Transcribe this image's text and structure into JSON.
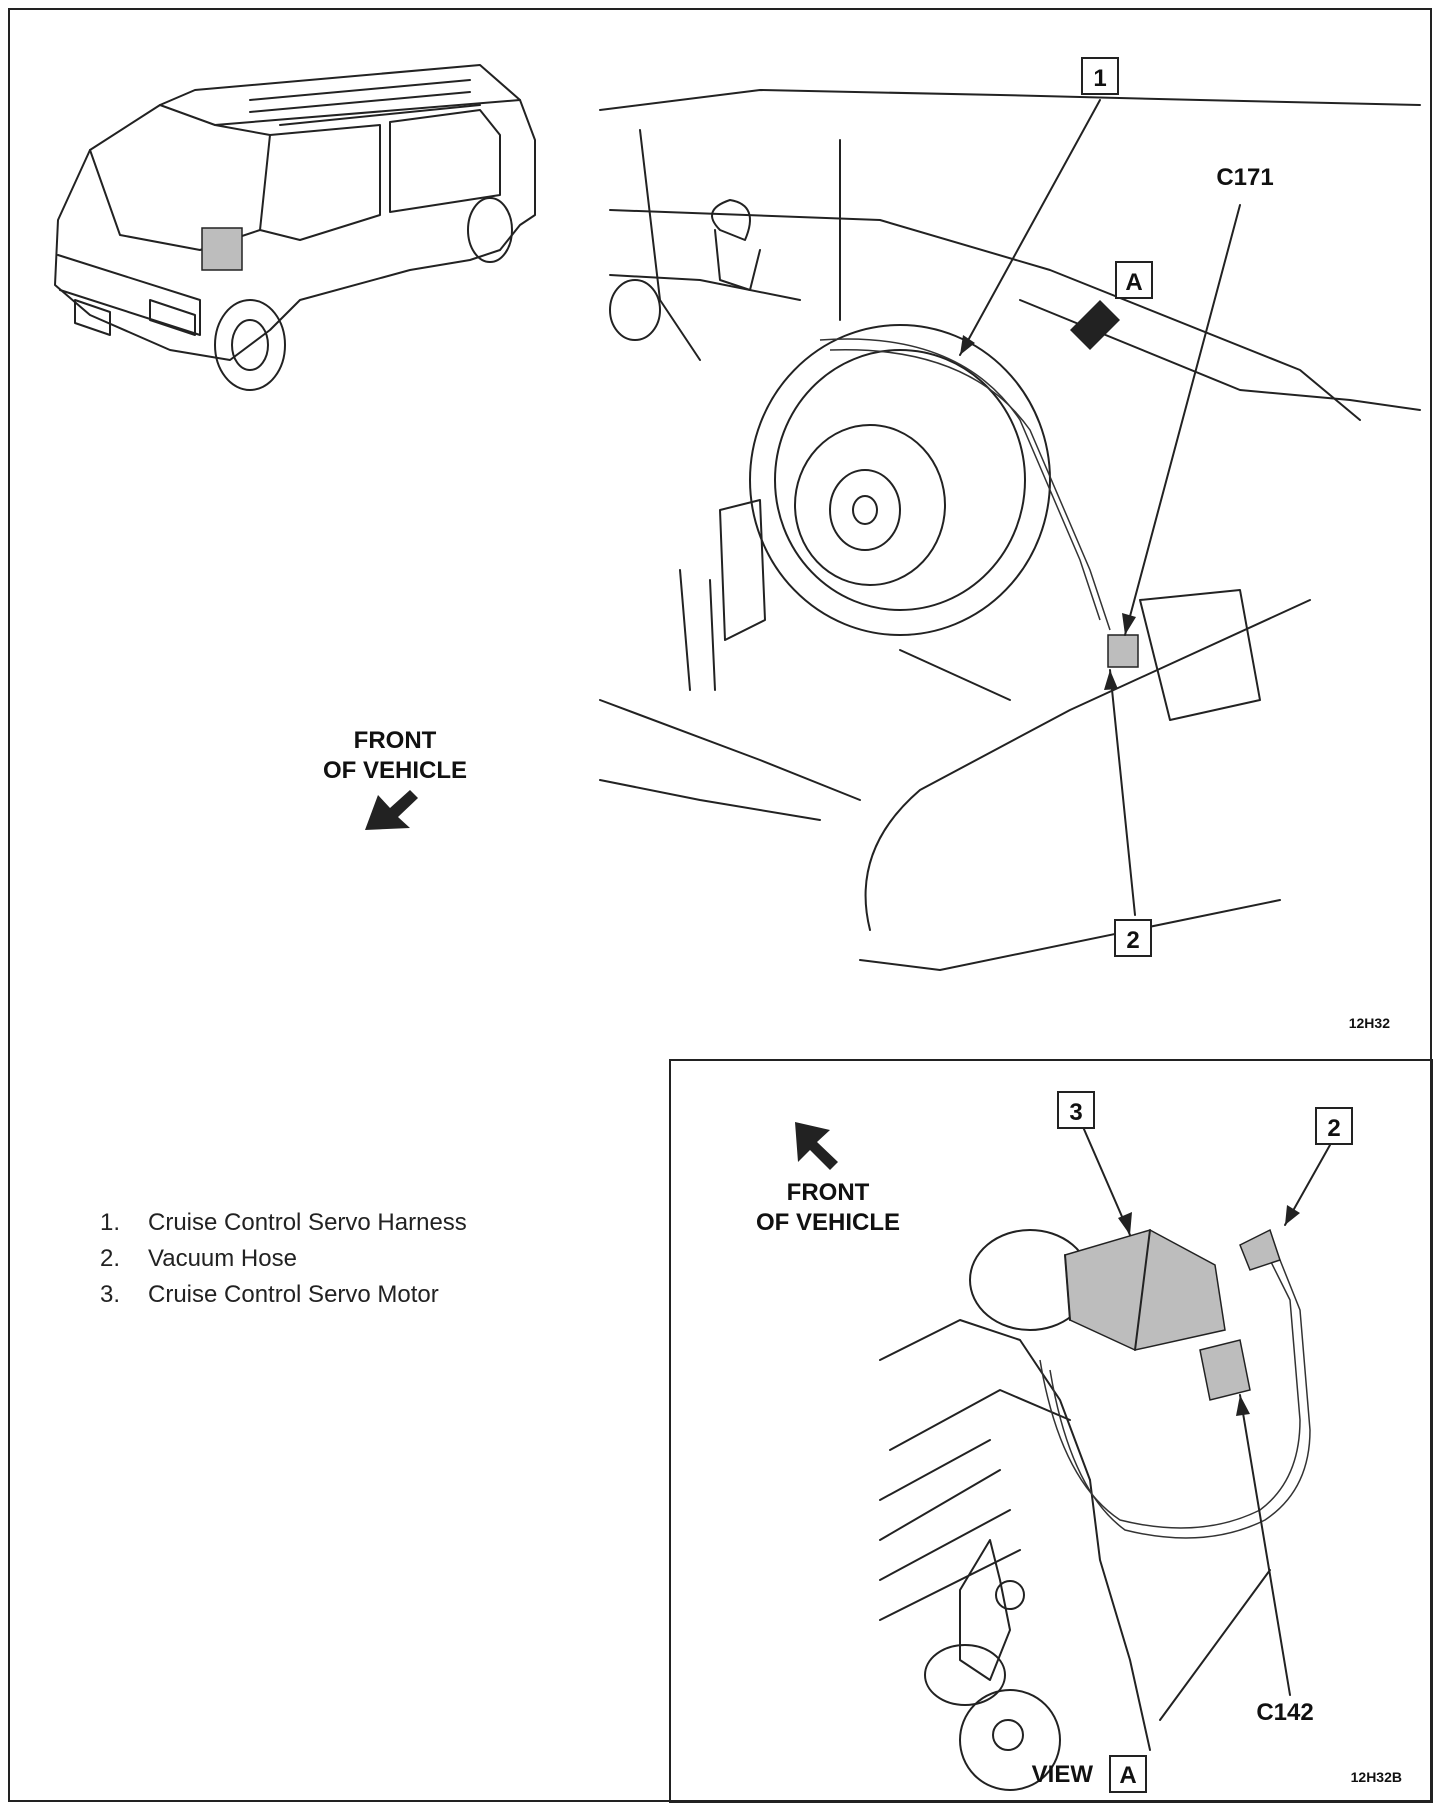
{
  "main_view": {
    "callout_1": "1",
    "callout_2": "2",
    "callout_a": "A",
    "connector_c171": "C171",
    "front_line1": "FRONT",
    "front_line2": "OF VEHICLE",
    "figure_id": "12H32"
  },
  "view_a": {
    "callout_3": "3",
    "callout_2": "2",
    "front_line1": "FRONT",
    "front_line2": "OF VEHICLE",
    "connector_c142": "C142",
    "view_label": "VIEW",
    "view_box": "A",
    "figure_id": "12H32B"
  },
  "legend": [
    {
      "num": "1.",
      "text": "Cruise Control Servo Harness"
    },
    {
      "num": "2.",
      "text": "Vacuum Hose"
    },
    {
      "num": "3.",
      "text": "Cruise Control Servo Motor"
    }
  ]
}
